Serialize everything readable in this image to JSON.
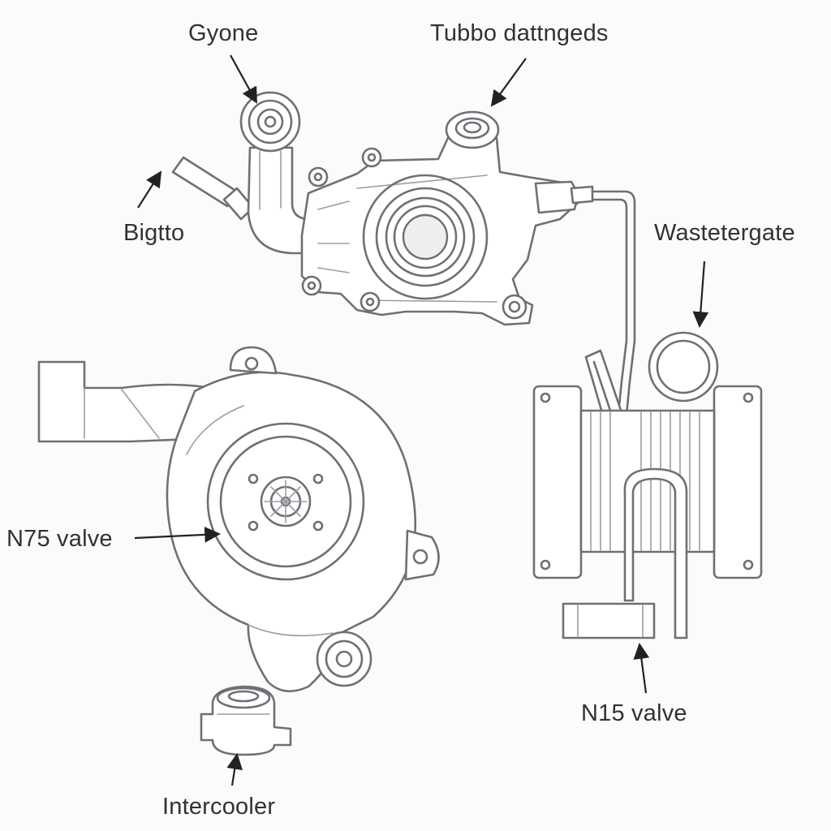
{
  "labels": {
    "gyone": "Gyone",
    "turbo": "Tubbo dattngeds",
    "bigtto": "Bigtto",
    "wastegate": "Wastetergate",
    "n75": "N75 valve",
    "n15": "N15 valve",
    "intercooler": "Intercooler"
  },
  "colors": {
    "line": "#6d7075",
    "text": "#2f3236",
    "background": "#fbfbfa"
  }
}
